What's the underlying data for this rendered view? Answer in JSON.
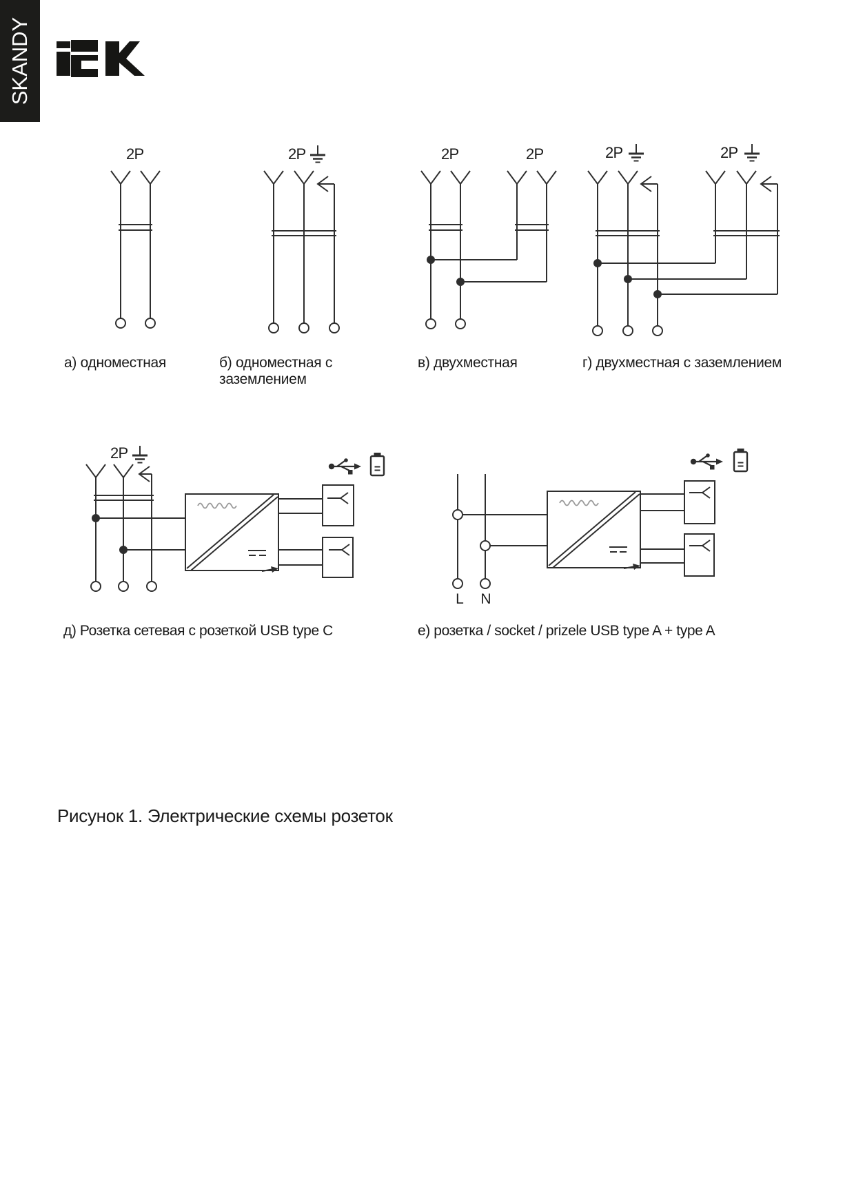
{
  "sidebar": {
    "series_label": "SKANDY"
  },
  "logo": {
    "brand": "IEK"
  },
  "colors": {
    "line": "#2e2e2e",
    "text": "#1a1a1a",
    "sidebar_bg": "#1c1c1a",
    "sine": "#999999"
  },
  "diagrams": {
    "a": {
      "pole_label": "2P",
      "caption": "а) одноместная"
    },
    "b": {
      "pole_label": "2P",
      "caption": "б) одноместная с заземлением"
    },
    "v": {
      "pole_label_1": "2P",
      "pole_label_2": "2P",
      "caption": "в) двухместная"
    },
    "g": {
      "pole_label_1": "2P",
      "pole_label_2": "2P",
      "caption": "г) двухместная с заземлением"
    },
    "d": {
      "pole_label": "2P",
      "caption": "д) Розетка сетевая с розеткой USB type C"
    },
    "e": {
      "caption": "е) розетка / socket / prizele USB type A + type A",
      "terminal_line": "L",
      "terminal_neutral": "N"
    }
  },
  "figure_caption": "Рисунок 1. Электрические схемы розеток"
}
